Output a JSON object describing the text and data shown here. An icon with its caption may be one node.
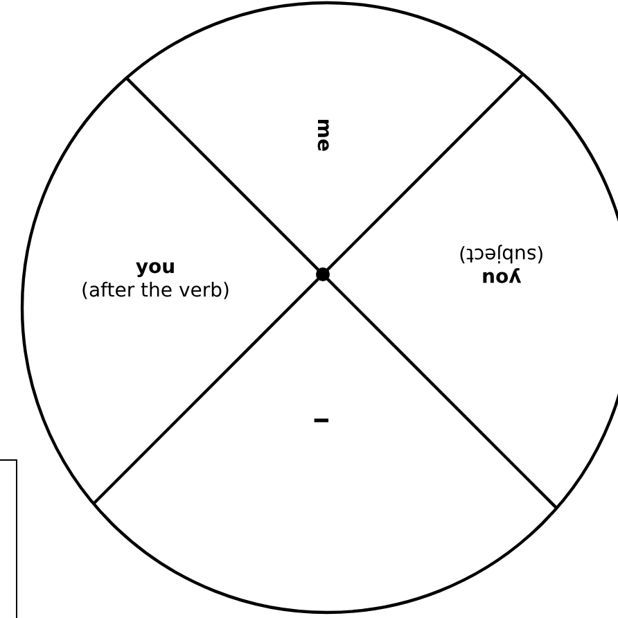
{
  "diagram": {
    "nodes": [
      {
        "text": [
          "me"
        ]
      },
      {
        "text": [
          "you",
          "(subject)"
        ]
      },
      {
        "text": [
          "I"
        ]
      },
      {
        "text": [
          "you",
          "(after the verb)"
        ]
      }
    ]
  }
}
